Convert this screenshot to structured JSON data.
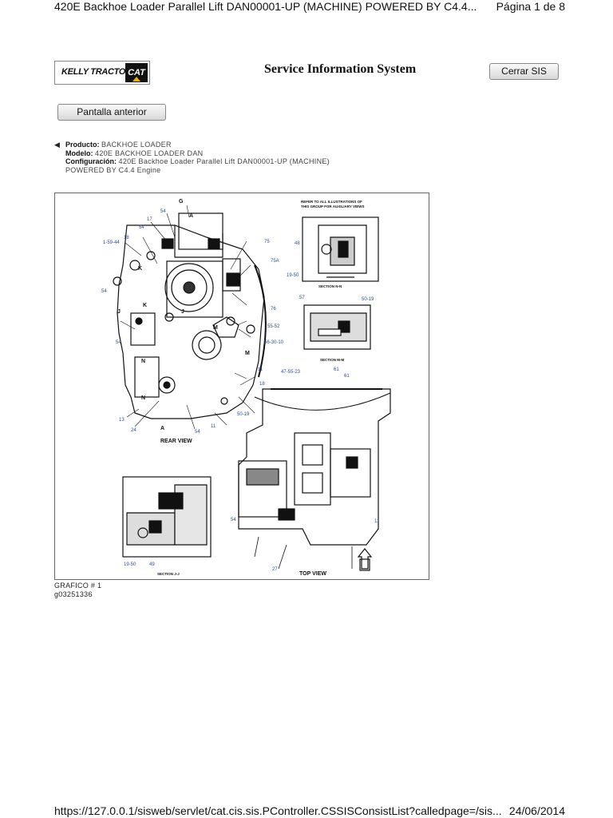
{
  "header": {
    "title": "420E Backhoe Loader Parallel Lift DAN00001-UP (MACHINE) POWERED BY C4.4...",
    "page": "Página 1 de 8"
  },
  "logo": {
    "dealer": "KELLY TRACTOR",
    "brand": "CAT"
  },
  "app_title": "Service Information System",
  "buttons": {
    "close": "Cerrar SIS",
    "previous": "Pantalla anterior"
  },
  "product_info": {
    "product_label": "Producto:",
    "product_value": "BACKHOE LOADER",
    "model_label": "Modelo:",
    "model_value": "420E BACKHOE LOADER DAN",
    "config_label": "Configuración:",
    "config_value_1": "420E Backhoe Loader Parallel Lift DAN00001-UP (MACHINE)",
    "config_value_2": "POWERED BY C4.4 Engine"
  },
  "figure": {
    "note_1": "REFER TO ALL ILLUSTRATIONS OF",
    "note_2": "THIS GROUP FOR AUXILIARY VIEWS",
    "rear_view": "REAR VIEW",
    "top_view": "TOP VIEW",
    "section_nn": "SECTION N-N",
    "section_mm": "SECTION M-M",
    "section_jj": "SECTION J-J",
    "callouts": {
      "c1": "1-59-44",
      "c2": "18",
      "c3": "17",
      "c4": "54",
      "c5": "54",
      "c6": "G",
      "c7": "A",
      "c8": "75",
      "c9": "75A",
      "c10": "76",
      "c11": "55-52",
      "c12": "56-30-10",
      "c13": "11",
      "c14": "18",
      "c15": "54",
      "c16": "54",
      "c17": "13",
      "c18": "24",
      "c19": "54",
      "c20": "11",
      "c21": "50-19",
      "c22": "47-55-23",
      "c23": "61",
      "c24": "61",
      "c25": "48",
      "c26": "19-50",
      "c27": "57",
      "c28": "50-19",
      "c29": "54",
      "c30": "11",
      "c31": "19-50",
      "c32": "49",
      "c33": "27",
      "k1": "K",
      "k2": "K",
      "j1": "J",
      "j2": "J",
      "m1": "M",
      "m2": "M",
      "n1": "N",
      "n2": "N",
      "a2": "A"
    }
  },
  "caption": {
    "line1": "GRAFICO # 1",
    "line2": "g03251336"
  },
  "footer": {
    "url": "https://127.0.0.1/sisweb/servlet/cat.cis.sis.PController.CSSISConsistList?calledpage=/sis...",
    "date": "24/06/2014"
  }
}
